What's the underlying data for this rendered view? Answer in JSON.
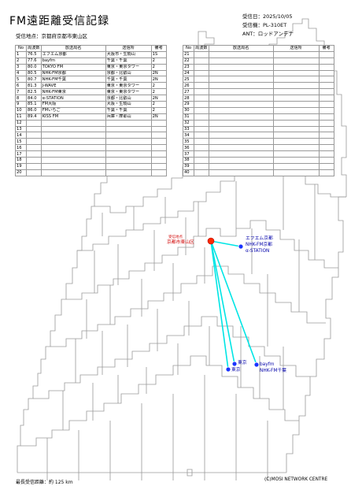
{
  "title": "FM遠距離受信記録",
  "reception_point": "受信地点：京都府京都市東山区",
  "meta": {
    "date": "受信日：2025/10/05",
    "receiver": "受信機：PL-310ET",
    "antenna": "ANT：ロッドアンテナ"
  },
  "table_headers": {
    "no": "No",
    "freq": "周波数",
    "station": "放送局名",
    "tx": "送信所",
    "remarks": "備考"
  },
  "left_rows": [
    {
      "no": "1",
      "freq": "76.5",
      "station": "エフエム京都",
      "tx": "大阪市・生駒山",
      "remarks": "1S"
    },
    {
      "no": "2",
      "freq": "77.6",
      "station": "bayfm",
      "tx": "千葉・千葉",
      "remarks": "2"
    },
    {
      "no": "3",
      "freq": "80.0",
      "station": "TOKYO FM",
      "tx": "東京・東京タワー",
      "remarks": "2"
    },
    {
      "no": "4",
      "freq": "80.5",
      "station": "NHK-FM京都",
      "tx": "京都・比叡山",
      "remarks": "2N"
    },
    {
      "no": "5",
      "freq": "80.7",
      "station": "NHK-FM千葉",
      "tx": "千葉・千葉",
      "remarks": "2N"
    },
    {
      "no": "6",
      "freq": "81.3",
      "station": "J-WAVE",
      "tx": "東京・東京タワー",
      "remarks": "2"
    },
    {
      "no": "7",
      "freq": "82.5",
      "station": "NHK-FM東京",
      "tx": "東京・東京タワー",
      "remarks": "2"
    },
    {
      "no": "8",
      "freq": "84.0",
      "station": "α-STATION",
      "tx": "京都・比叡山",
      "remarks": "2N"
    },
    {
      "no": "9",
      "freq": "85.1",
      "station": "FM大阪",
      "tx": "大阪・生駒山",
      "remarks": "2"
    },
    {
      "no": "10",
      "freq": "86.0",
      "station": "FMいちご",
      "tx": "千葉・千葉",
      "remarks": "2"
    },
    {
      "no": "11",
      "freq": "89.4",
      "station": "KISS FM",
      "tx": "兵庫・摩耶山",
      "remarks": "2N"
    },
    {
      "no": "12",
      "freq": "",
      "station": "",
      "tx": "",
      "remarks": ""
    },
    {
      "no": "13",
      "freq": "",
      "station": "",
      "tx": "",
      "remarks": ""
    },
    {
      "no": "14",
      "freq": "",
      "station": "",
      "tx": "",
      "remarks": ""
    },
    {
      "no": "15",
      "freq": "",
      "station": "",
      "tx": "",
      "remarks": ""
    },
    {
      "no": "16",
      "freq": "",
      "station": "",
      "tx": "",
      "remarks": ""
    },
    {
      "no": "17",
      "freq": "",
      "station": "",
      "tx": "",
      "remarks": ""
    },
    {
      "no": "18",
      "freq": "",
      "station": "",
      "tx": "",
      "remarks": ""
    },
    {
      "no": "19",
      "freq": "",
      "station": "",
      "tx": "",
      "remarks": ""
    },
    {
      "no": "20",
      "freq": "",
      "station": "",
      "tx": "",
      "remarks": ""
    }
  ],
  "right_rows": [
    {
      "no": "21",
      "freq": "",
      "station": "",
      "tx": "",
      "remarks": ""
    },
    {
      "no": "22",
      "freq": "",
      "station": "",
      "tx": "",
      "remarks": ""
    },
    {
      "no": "23",
      "freq": "",
      "station": "",
      "tx": "",
      "remarks": ""
    },
    {
      "no": "24",
      "freq": "",
      "station": "",
      "tx": "",
      "remarks": ""
    },
    {
      "no": "25",
      "freq": "",
      "station": "",
      "tx": "",
      "remarks": ""
    },
    {
      "no": "26",
      "freq": "",
      "station": "",
      "tx": "",
      "remarks": ""
    },
    {
      "no": "27",
      "freq": "",
      "station": "",
      "tx": "",
      "remarks": ""
    },
    {
      "no": "28",
      "freq": "",
      "station": "",
      "tx": "",
      "remarks": ""
    },
    {
      "no": "29",
      "freq": "",
      "station": "",
      "tx": "",
      "remarks": ""
    },
    {
      "no": "30",
      "freq": "",
      "station": "",
      "tx": "",
      "remarks": ""
    },
    {
      "no": "31",
      "freq": "",
      "station": "",
      "tx": "",
      "remarks": ""
    },
    {
      "no": "32",
      "freq": "",
      "station": "",
      "tx": "",
      "remarks": ""
    },
    {
      "no": "33",
      "freq": "",
      "station": "",
      "tx": "",
      "remarks": ""
    },
    {
      "no": "34",
      "freq": "",
      "station": "",
      "tx": "",
      "remarks": ""
    },
    {
      "no": "35",
      "freq": "",
      "station": "",
      "tx": "",
      "remarks": ""
    },
    {
      "no": "36",
      "freq": "",
      "station": "",
      "tx": "",
      "remarks": ""
    },
    {
      "no": "37",
      "freq": "",
      "station": "",
      "tx": "",
      "remarks": ""
    },
    {
      "no": "38",
      "freq": "",
      "station": "",
      "tx": "",
      "remarks": ""
    },
    {
      "no": "39",
      "freq": "",
      "station": "",
      "tx": "",
      "remarks": ""
    },
    {
      "no": "40",
      "freq": "",
      "station": "",
      "tx": "",
      "remarks": ""
    }
  ],
  "map": {
    "rx_label_small": "受信地点",
    "rx_label": "京都市東山区",
    "stations": {
      "kyoto_a": "エフエム京都",
      "kyoto_b": "NHK-FM京都",
      "kyoto_c": "α-STATION",
      "tokyo_a": "東京",
      "tokyo_b": "東京",
      "chiba_a": "bayfm",
      "chiba_b": "NHK-FM千葉"
    },
    "colors": {
      "link": "#00e5e5",
      "rx": "#ff2a00",
      "station": "#1a33ff",
      "map_line": "#9a9a9a"
    }
  },
  "footer": {
    "max_distance": "最長受信距離：約 125 km",
    "credit": "(C)MOSI NETWORK CENTRE"
  }
}
